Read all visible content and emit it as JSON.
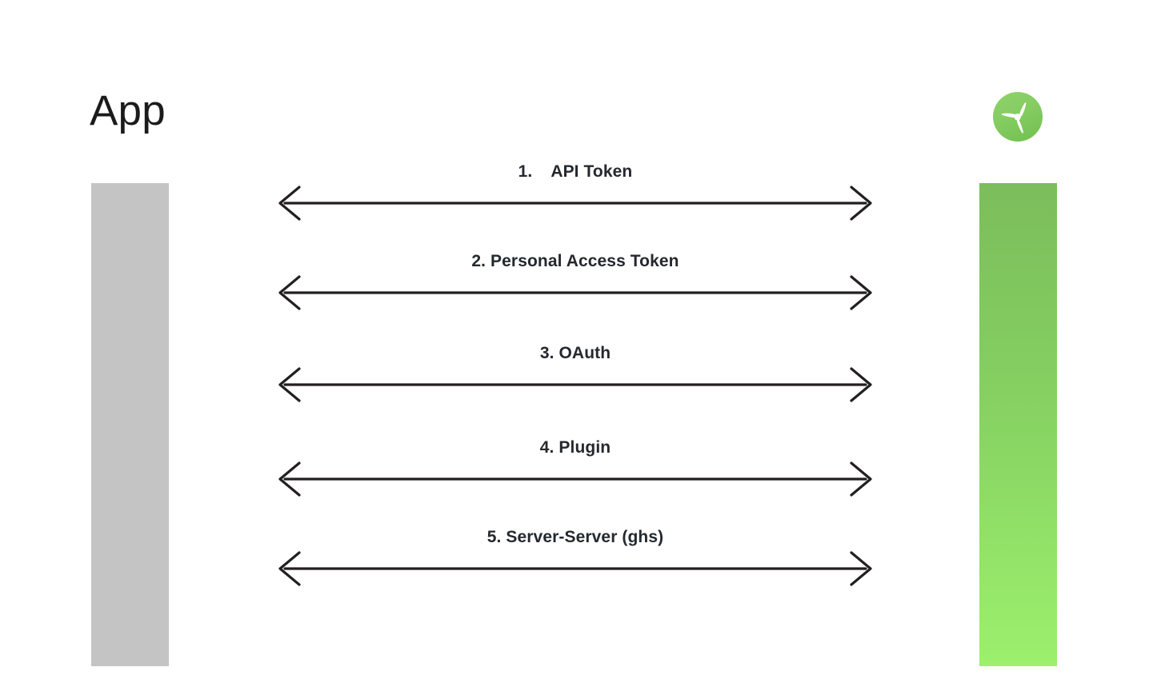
{
  "diagram": {
    "title": "App",
    "background_color": "#ffffff",
    "participants": [
      {
        "name": "App",
        "label": "App",
        "lifeline_color": "#c4c4c4",
        "side": "left"
      },
      {
        "name": "Service",
        "label": "",
        "lifeline_gradient_top": "#7bbd5b",
        "lifeline_gradient_bottom": "#9cf06d",
        "logo_icon": "propeller-logo-icon",
        "side": "right"
      }
    ],
    "messages": [
      {
        "number": "1.",
        "label": "1.    API Token",
        "text": "API Token",
        "direction": "bidirectional"
      },
      {
        "number": "2.",
        "label": "2. Personal Access Token",
        "text": "Personal Access Token",
        "direction": "bidirectional"
      },
      {
        "number": "3.",
        "label": "3. OAuth",
        "text": "OAuth",
        "direction": "bidirectional"
      },
      {
        "number": "4.",
        "label": "4. Plugin",
        "text": "Plugin",
        "direction": "bidirectional"
      },
      {
        "number": "5.",
        "label": "5. Server-Server (ghs)",
        "text": "Server-Server (ghs)",
        "direction": "bidirectional"
      }
    ],
    "arrow_color": "#231f20",
    "label_color": "#24292e"
  }
}
